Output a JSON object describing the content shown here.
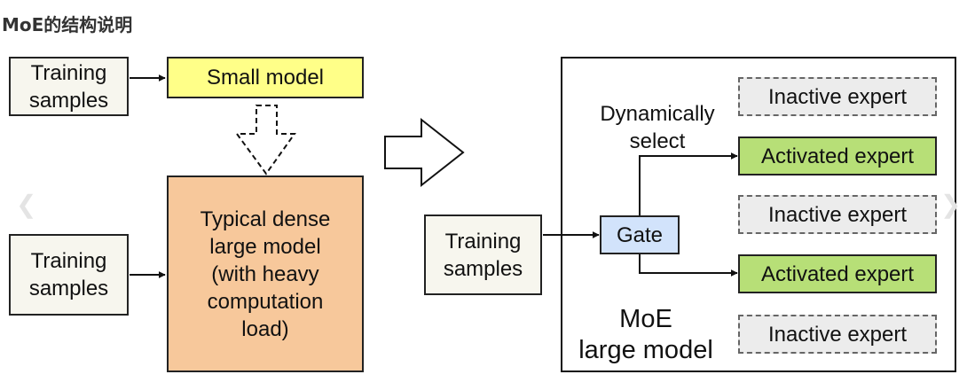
{
  "page": {
    "title": "MoE的结构说明"
  },
  "diagram": {
    "training_top": "Training\nsamples",
    "small_model": "Small model",
    "training_bottom": "Training\nsamples",
    "dense_model": "Typical dense\nlarge model\n(with heavy\ncomputation\nload)",
    "training_right": "Training\nsamples",
    "gate": "Gate",
    "dynamically_select": "Dynamically\nselect",
    "moe_label": "MoE\nlarge model",
    "experts": [
      {
        "label": "Inactive expert",
        "state": "inactive"
      },
      {
        "label": "Activated expert",
        "state": "active"
      },
      {
        "label": "Inactive expert",
        "state": "inactive"
      },
      {
        "label": "Activated expert",
        "state": "active"
      },
      {
        "label": "Inactive expert",
        "state": "inactive"
      }
    ]
  },
  "colors": {
    "training_fill": "#f7f6ee",
    "small_model_fill": "#ffff88",
    "dense_model_fill": "#f7c89b",
    "gate_fill": "#d2e3fb",
    "inactive_fill": "#ececec",
    "active_fill": "#b7df77"
  }
}
